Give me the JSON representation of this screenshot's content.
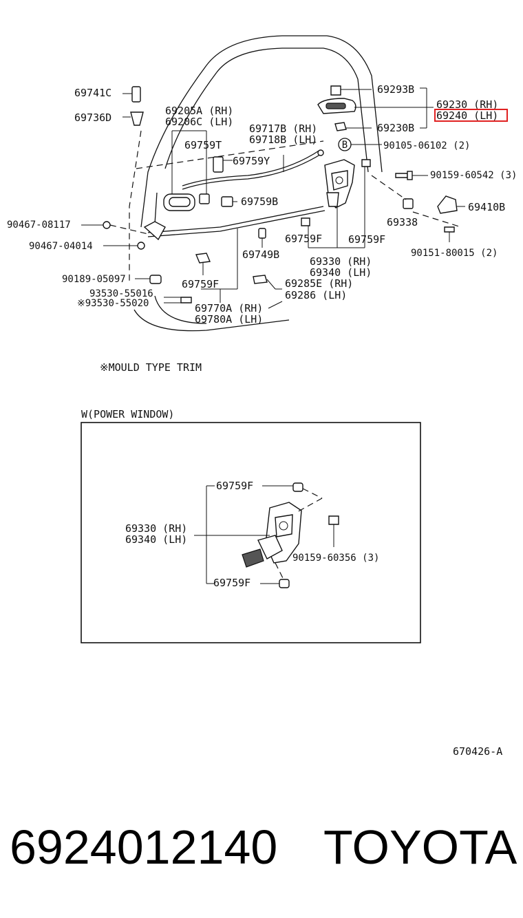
{
  "callouts": {
    "p69741C": "69741C",
    "p69736D": "69736D",
    "p69205A": "69205A (RH)",
    "p69206C": "69206C (LH)",
    "p69759T": "69759T",
    "p69717B": "69717B (RH)",
    "p69718B": "69718B (LH)",
    "p69759Y": "69759Y",
    "p69293B": "69293B",
    "p69230": "69230 (RH)",
    "p69240": "69240 (LH)",
    "p69230B": "69230B",
    "circleB": "B",
    "p90105": "90105-06102 (2)",
    "p90159_542": "90159-60542 (3)",
    "p69410B": "69410B",
    "p69338": "69338",
    "p90151": "90151-80015 (2)",
    "p69759B": "69759B",
    "p90467_117": "90467-08117",
    "p90467_014": "90467-04014",
    "p69749B": "69749B",
    "p69759F_a": "69759F",
    "p69759F_b": "69759F",
    "p69759F_c": "69759F",
    "p69330": "69330 (RH)",
    "p69340": "69340 (LH)",
    "p90189": "90189-05097",
    "p93530_016": "93530-55016",
    "p93530_020": "※93530-55020",
    "p69285E": "69285E (RH)",
    "p69286": "69286   (LH)",
    "p69770A": "69770A (RH)",
    "p69780A": "69780A (LH)"
  },
  "note": "※MOULD TYPE TRIM",
  "inset": {
    "title": "W(POWER WINDOW)",
    "p69759F_top": "69759F",
    "p69330": "69330 (RH)",
    "p69340": "69340 (LH)",
    "p90159_356": "90159-60356 (3)",
    "p69759F_bot": "69759F"
  },
  "diagram_code": "670426-A",
  "footer": {
    "part_number": "6924012140",
    "brand": "TOYOTA"
  },
  "highlight_color": "#e02020"
}
